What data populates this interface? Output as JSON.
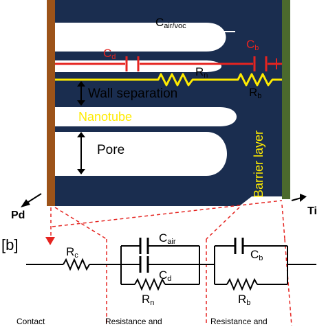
{
  "labels": {
    "c_air_voc": {
      "main": "C",
      "sub": "air/voc"
    },
    "c_d": {
      "main": "C",
      "sub": "d"
    },
    "c_b": {
      "main": "C",
      "sub": "b"
    },
    "r_n": {
      "main": "R",
      "sub": "n"
    },
    "r_b": {
      "main": "R",
      "sub": "b"
    },
    "wall_separation": "Wall separation",
    "nanotube": "Nanotube",
    "pore": "Pore",
    "barrier_layer": "Barrier layer",
    "pd": "Pd",
    "ti": "Ti",
    "panel_b": "[b]",
    "circuit_r_c": {
      "main": "R",
      "sub": "c"
    },
    "circuit_c_air": {
      "main": "C",
      "sub": "air"
    },
    "circuit_c_d": {
      "main": "C",
      "sub": "d"
    },
    "circuit_r_n": {
      "main": "R",
      "sub": "n"
    },
    "circuit_c_b": {
      "main": "C",
      "sub": "b"
    },
    "circuit_r_b": {
      "main": "R",
      "sub": "b"
    },
    "caption_contact": "Contact",
    "caption_resistance_1": "Resistance and",
    "caption_resistance_2": "Resistance and"
  },
  "colors": {
    "navy": "#1a2d4f",
    "pd_electrode": "#9c5319",
    "ti_electrode": "#4b6a2d",
    "red": "#e52420",
    "yellow": "#ffeb00",
    "black": "#000000"
  }
}
